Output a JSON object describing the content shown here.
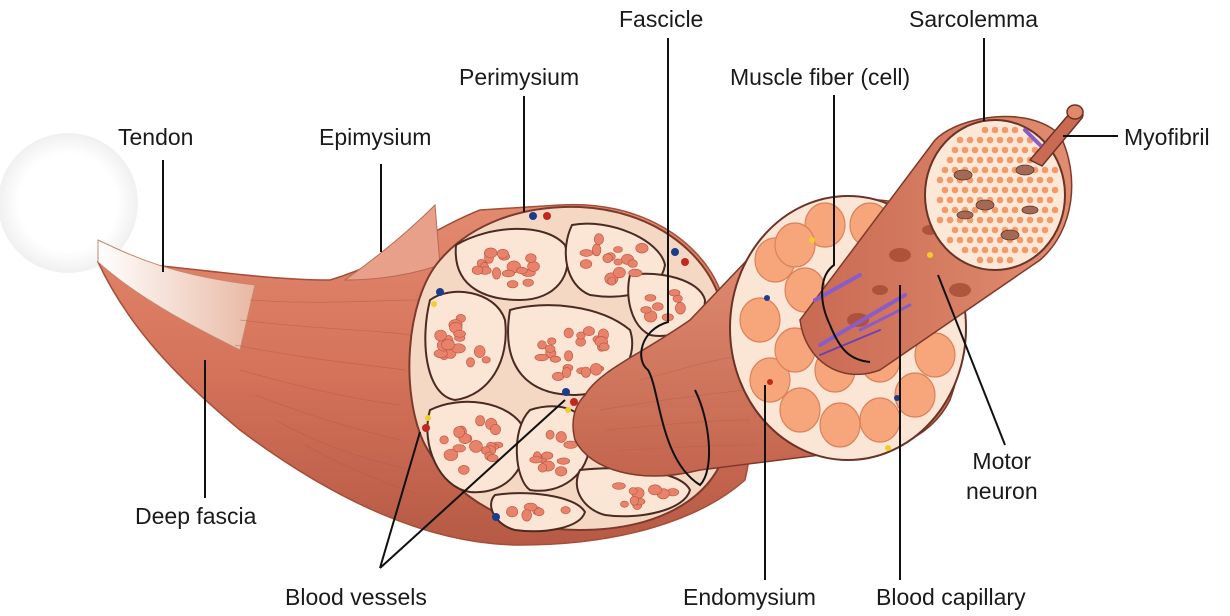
{
  "labels": {
    "tendon": "Tendon",
    "epimysium": "Epimysium",
    "perimysium": "Perimysium",
    "fascicle": "Fascicle",
    "muscle_fiber": "Muscle fiber (cell)",
    "sarcolemma": "Sarcolemma",
    "myofibril": "Myofibril",
    "deep_fascia": "Deep fascia",
    "blood_vessels": "Blood vessels",
    "endomysium": "Endomysium",
    "blood_capillary": "Blood capillary",
    "motor_neuron": "Motor\nneuron"
  },
  "colors": {
    "muscle": "#d9785e",
    "muscle_dark": "#b85a44",
    "muscle_light": "#f0a07f",
    "fascicle_fill": "#fbe6d6",
    "fiber": "#e8826a",
    "fiber_light": "#f9c39b",
    "leader": "#111111",
    "vein": "#1b3c8a",
    "artery": "#c0281e",
    "nerve": "#f2cc2a",
    "capillary": "#8a5cc8"
  }
}
